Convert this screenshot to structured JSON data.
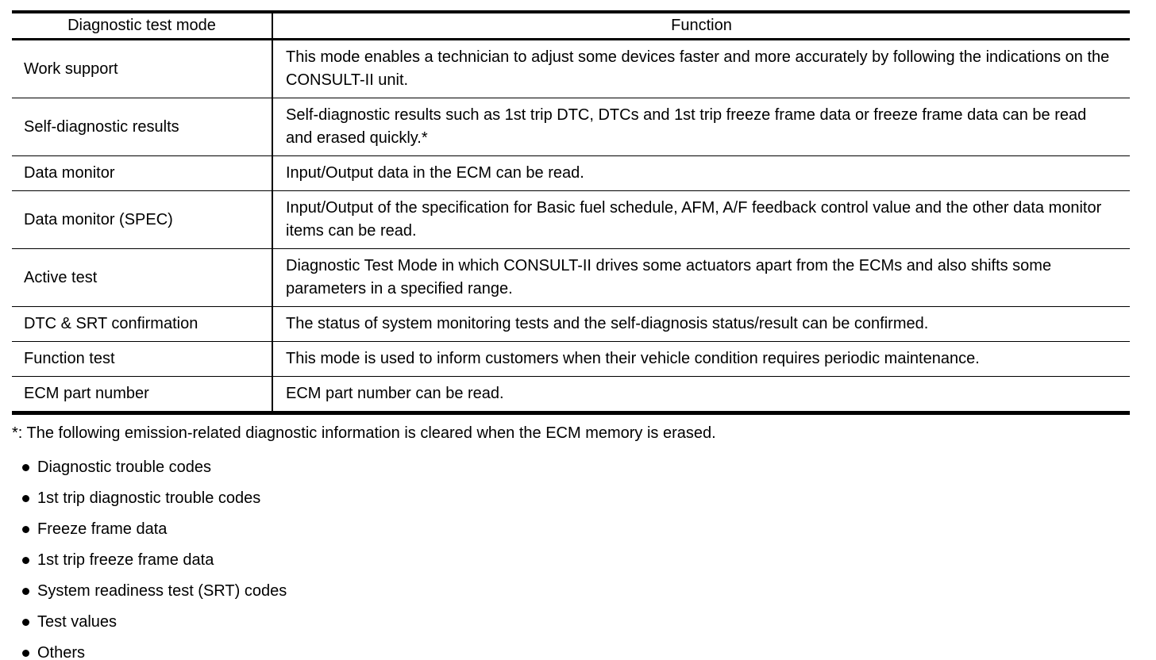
{
  "colors": {
    "text": "#000000",
    "background": "#ffffff",
    "border": "#000000"
  },
  "icons": {
    "bullet_icon": "filled-circle"
  },
  "table": {
    "headers": {
      "mode": "Diagnostic test mode",
      "function": "Function"
    },
    "rows": [
      {
        "mode": "Work support",
        "function": "This mode enables a technician to adjust some devices faster and more accurately by following the indications on the CONSULT-II unit."
      },
      {
        "mode": "Self-diagnostic results",
        "function": "Self-diagnostic results such as 1st trip DTC, DTCs and 1st trip freeze frame data or freeze frame data can be read and erased quickly.*"
      },
      {
        "mode": "Data monitor",
        "function": "Input/Output data in the ECM can be read."
      },
      {
        "mode": "Data monitor (SPEC)",
        "function": "Input/Output of the specification for Basic fuel schedule, AFM, A/F feedback control value and the other data monitor items can be read."
      },
      {
        "mode": "Active test",
        "function": "Diagnostic Test Mode in which CONSULT-II drives some actuators apart from the ECMs and also shifts some parameters in a specified range."
      },
      {
        "mode": "DTC & SRT confirmation",
        "function": "The status of system monitoring tests and the self-diagnosis status/result can be confirmed."
      },
      {
        "mode": "Function test",
        "function": "This mode is used to inform customers when their vehicle condition requires periodic maintenance."
      },
      {
        "mode": "ECM part number",
        "function": "ECM part number can be read."
      }
    ]
  },
  "footnote": "*: The following emission-related diagnostic information is cleared when the ECM memory is erased.",
  "bullets": [
    "Diagnostic trouble codes",
    "1st trip diagnostic trouble codes",
    "Freeze frame data",
    "1st trip freeze frame data",
    "System readiness test (SRT) codes",
    "Test values",
    "Others"
  ]
}
